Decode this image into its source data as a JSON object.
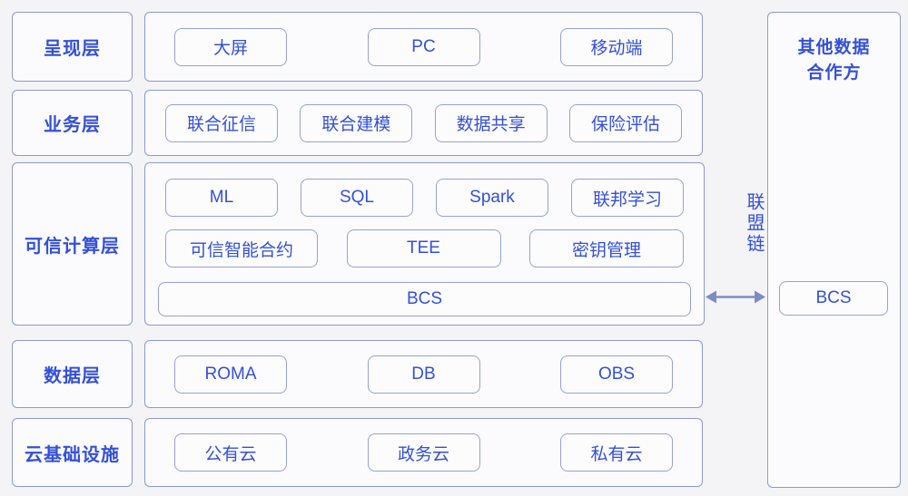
{
  "colors": {
    "background": "#f4f4f6",
    "panel_fill": "#fbfbfd",
    "border": "#8b98d8",
    "text": "#3450d8",
    "arrow": "#7d8cc4"
  },
  "layers": [
    {
      "label": "呈现层",
      "items": [
        "大屏",
        "PC",
        "移动端"
      ]
    },
    {
      "label": "业务层",
      "items": [
        "联合征信",
        "联合建模",
        "数据共享",
        "保险评估"
      ]
    },
    {
      "label": "可信计算层",
      "rows": [
        [
          "ML",
          "SQL",
          "Spark",
          "联邦学习"
        ],
        [
          "可信智能合约",
          "TEE",
          "密钥管理"
        ],
        [
          "BCS"
        ]
      ]
    },
    {
      "label": "数据层",
      "items": [
        "ROMA",
        "DB",
        "OBS"
      ]
    },
    {
      "label": "云基础设施",
      "items": [
        "公有云",
        "政务云",
        "私有云"
      ]
    }
  ],
  "connector": {
    "label": "联盟链"
  },
  "right_panel": {
    "title": "其他数据合作方",
    "item": "BCS"
  }
}
